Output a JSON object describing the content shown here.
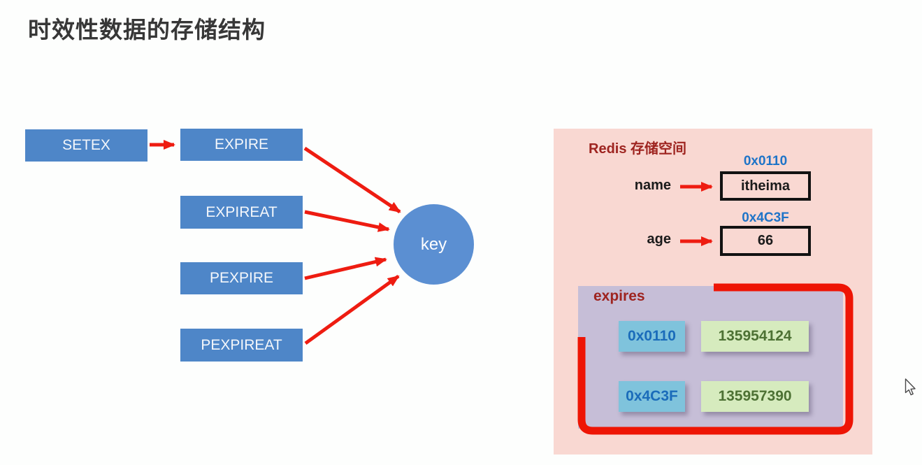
{
  "title": "时效性数据的存储结构",
  "flow": {
    "boxes": [
      {
        "label": "SETEX"
      },
      {
        "label": "EXPIRE"
      },
      {
        "label": "EXPIREAT"
      },
      {
        "label": "PEXPIRE"
      },
      {
        "label": "PEXPIREAT"
      }
    ],
    "key_label": "key"
  },
  "redis_panel": {
    "title": "Redis 存储空间",
    "entries": [
      {
        "key": "name",
        "address": "0x0110",
        "value": "itheima"
      },
      {
        "key": "age",
        "address": "0x4C3F",
        "value": "66"
      }
    ],
    "expires": {
      "title": "expires",
      "rows": [
        {
          "address": "0x0110",
          "timestamp": "135954124"
        },
        {
          "address": "0x4C3F",
          "timestamp": "135957390"
        }
      ]
    }
  },
  "cursor": {
    "icon": "mouse-pointer-icon"
  },
  "colors": {
    "flow_box_blue": "#4e86c8",
    "key_circle_blue": "#5b8fd2",
    "arrow_red": "#ee1c11",
    "panel_pink": "#f9d8d2",
    "heading_dark_red": "#9e2420",
    "address_blue": "#1e74c8",
    "expires_purple": "#c6bed7",
    "chip_blue_bg": "#7fc3dc",
    "chip_blue_text": "#1b6cba",
    "chip_green_bg": "#d6ebbe",
    "chip_green_text": "#4d7134",
    "highlight_frame_red": "#ee1505",
    "title_gray": "#373737"
  }
}
